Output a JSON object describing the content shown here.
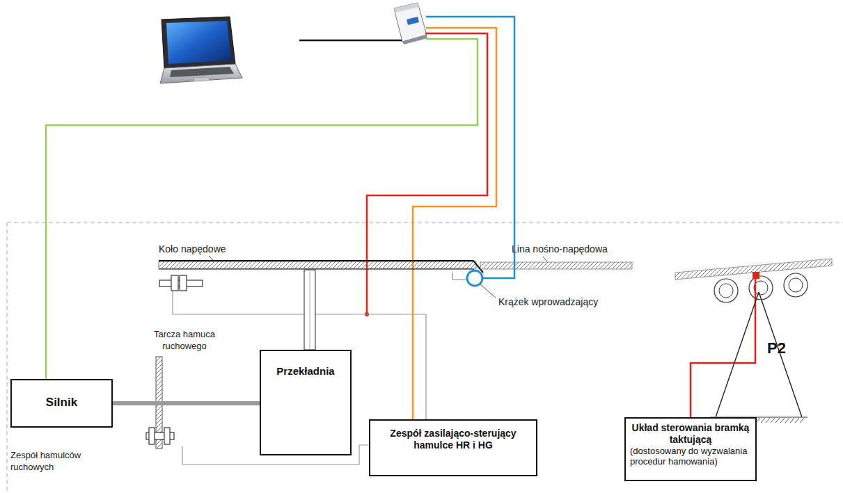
{
  "diagram": {
    "nodes": [
      {
        "text": [
          "Silnik"
        ]
      },
      {
        "text": [
          "Przekładnia"
        ]
      },
      {
        "text": [
          "Zespół zasilająco-sterujący hamulce HR i HG"
        ]
      },
      {
        "text": [
          "P2"
        ]
      },
      {
        "text": [
          "Układ sterowania bramką taktującą",
          "(dostosowany do wyzwalania procedur hamowania)"
        ]
      }
    ],
    "edges": [
      {
        "from": 0,
        "to": 1,
        "arrow": "none"
      },
      {
        "from": 4,
        "to": 3,
        "arrow": "none"
      }
    ],
    "labels": [
      "Koło napędowe",
      "Lina nośno-napędowa",
      "Krążek wprowadzający",
      "Tarcza hamuca ruchowego",
      "Zespół hamulców ruchowych"
    ]
  }
}
